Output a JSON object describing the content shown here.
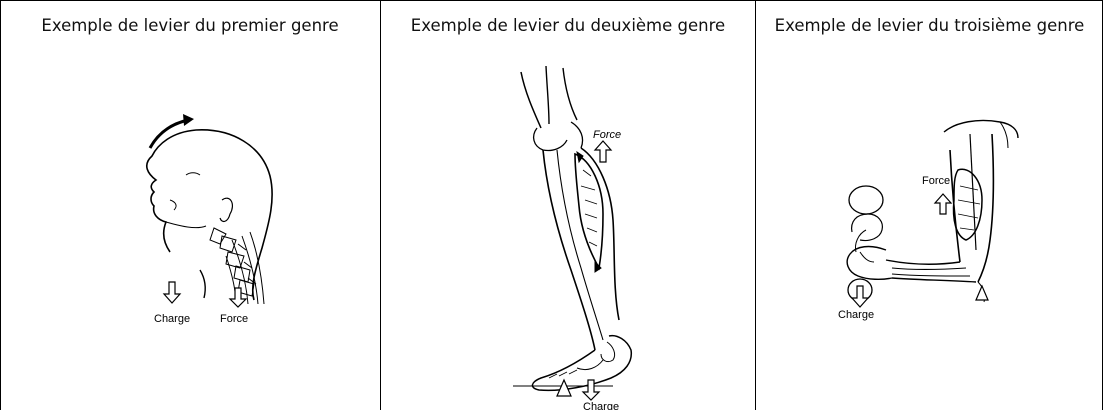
{
  "panels": [
    {
      "header": "Exemple de levier du premier genre",
      "labels": {
        "charge": "Charge",
        "force": "Force"
      }
    },
    {
      "header": "Exemple de levier du deuxième genre",
      "labels": {
        "force": "Force",
        "charge": "Charge"
      }
    },
    {
      "header": "Exemple de levier du troisième genre",
      "labels": {
        "force": "Force",
        "charge": "Charge"
      }
    }
  ]
}
